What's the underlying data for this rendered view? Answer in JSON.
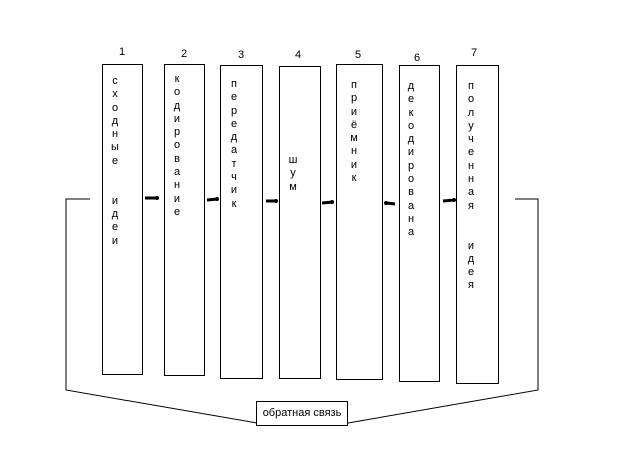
{
  "diagram": {
    "stages": [
      {
        "number": "1",
        "label": "сходные  идеи"
      },
      {
        "number": "2",
        "label": "кодирование"
      },
      {
        "number": "3",
        "label": "передатчик"
      },
      {
        "number": "4",
        "label": "шум"
      },
      {
        "number": "5",
        "label": "приёмник"
      },
      {
        "number": "6",
        "label": "декодирована"
      },
      {
        "number": "7",
        "label": "полученная  идея"
      }
    ],
    "feedback_label": "обратная связь"
  }
}
